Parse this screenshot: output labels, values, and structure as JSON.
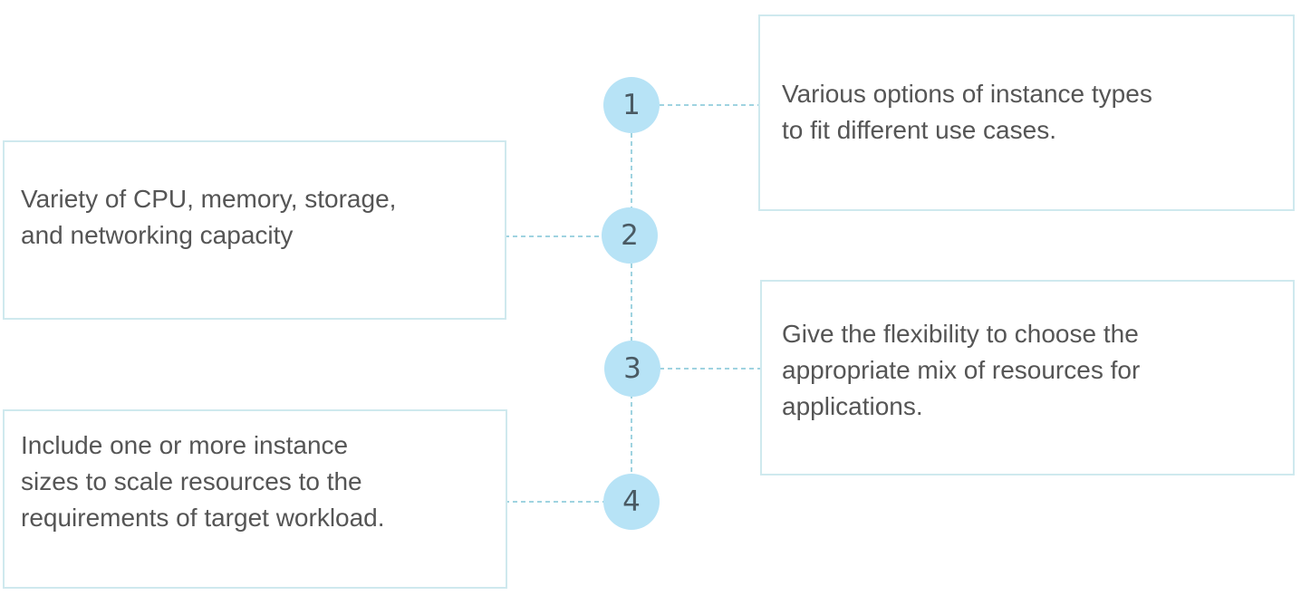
{
  "diagram": {
    "steps": [
      {
        "number": "1",
        "text": "Various  options of instance types\nto fit different use cases.",
        "side": "right"
      },
      {
        "number": "2",
        "text": "Variety of CPU, memory, storage,\nand networking capacity",
        "side": "left"
      },
      {
        "number": "3",
        "text": "Give the flexibility to choose the\nappropriate mix of resources for\napplications.",
        "side": "right"
      },
      {
        "number": "4",
        "text": "Include one or more instance\nsizes to scale resources to the\nrequirements of target workload.",
        "side": "left"
      }
    ],
    "colors": {
      "node_fill": "#b7e3f6",
      "connector": "#9fd3e0",
      "box_border": "#cfe9ee",
      "text": "#555555"
    }
  }
}
